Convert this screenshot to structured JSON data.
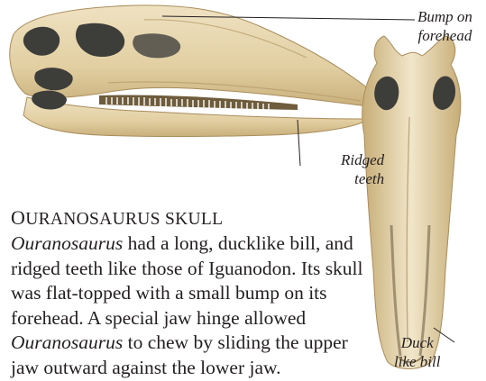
{
  "labels": {
    "bump_line1": "Bump on",
    "bump_line2": "forehead",
    "ridged_line1": "Ridged",
    "ridged_line2": "teeth",
    "duck_line1": "Duck",
    "duck_line2": "like bill"
  },
  "caption": {
    "title_first": "O",
    "title_rest": "URANOSAURUS SKULL",
    "genus": "Ouranosaurus",
    "text_1": " had a long, ducklike bill, and ridged teeth like those of Iguanodon. Its skull was flat-topped with a small bump on its forehead. A special jaw hinge allowed ",
    "text_2": " to chew by sliding the upper jaw outward against the lower jaw."
  },
  "colors": {
    "bone": "#e6d5ad",
    "bone_shadow": "#c9b07c",
    "socket": "#3d3d3a",
    "text": "#231f20"
  }
}
